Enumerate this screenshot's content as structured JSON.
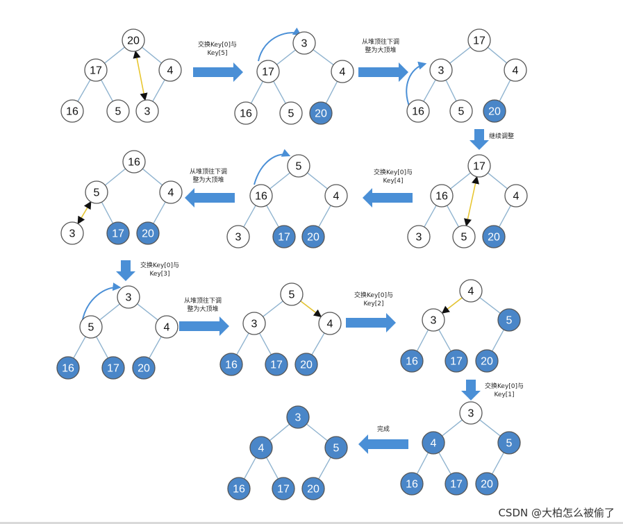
{
  "colors": {
    "sorted_fill": "#4a86c8",
    "unsorted_fill": "#ffffff",
    "edge": "#8fb3cf",
    "arrow": "#4a8fd6",
    "swap_line": "#e8c630"
  },
  "tree_nodes": [
    {
      "values": [
        "20",
        "17",
        "4",
        "16",
        "5",
        "3"
      ],
      "sorted_from": 6
    },
    {
      "values": [
        "3",
        "17",
        "4",
        "16",
        "5",
        "20"
      ],
      "sorted_from": 5
    },
    {
      "values": [
        "17",
        "3",
        "4",
        "16",
        "5",
        "20"
      ],
      "sorted_from": 5
    },
    {
      "values": [
        "17",
        "16",
        "4",
        "3",
        "5",
        "20"
      ],
      "sorted_from": 5
    },
    {
      "values": [
        "5",
        "16",
        "4",
        "3",
        "17",
        "20"
      ],
      "sorted_from": 4
    },
    {
      "values": [
        "16",
        "5",
        "4",
        "3",
        "17",
        "20"
      ],
      "sorted_from": 4
    },
    {
      "values": [
        "3",
        "5",
        "4",
        "16",
        "17",
        "20"
      ],
      "sorted_from": 3
    },
    {
      "values": [
        "5",
        "3",
        "4",
        "16",
        "17",
        "20"
      ],
      "sorted_from": 3
    },
    {
      "values": [
        "4",
        "3",
        "5",
        "16",
        "17",
        "20"
      ],
      "sorted_from": 2
    },
    {
      "values": [
        "3",
        "4",
        "5",
        "16",
        "17",
        "20"
      ],
      "sorted_from": 1
    },
    {
      "values": [
        "3",
        "4",
        "5",
        "16",
        "17",
        "20"
      ],
      "sorted_from": 0
    }
  ],
  "step_labels": [
    {
      "line1": "交换Key[0]与",
      "line2": "Key[5]"
    },
    {
      "line1": "从堆顶往下调",
      "line2": "整为大顶堆"
    },
    {
      "line1": "继续调整",
      "line2": ""
    },
    {
      "line1": "交换Key[0]与",
      "line2": "Key[4]"
    },
    {
      "line1": "从堆顶往下调",
      "line2": "整为大顶堆"
    },
    {
      "line1": "交换Key[0]与",
      "line2": "Key[3]"
    },
    {
      "line1": "从堆顶往下调",
      "line2": "整为大顶堆"
    },
    {
      "line1": "交换Key[0]与",
      "line2": "Key[2]"
    },
    {
      "line1": "交换Key[0]与",
      "line2": "Key[1]"
    },
    {
      "line1": "完成",
      "line2": ""
    }
  ],
  "watermark": "CSDN @大柏怎么被偷了"
}
